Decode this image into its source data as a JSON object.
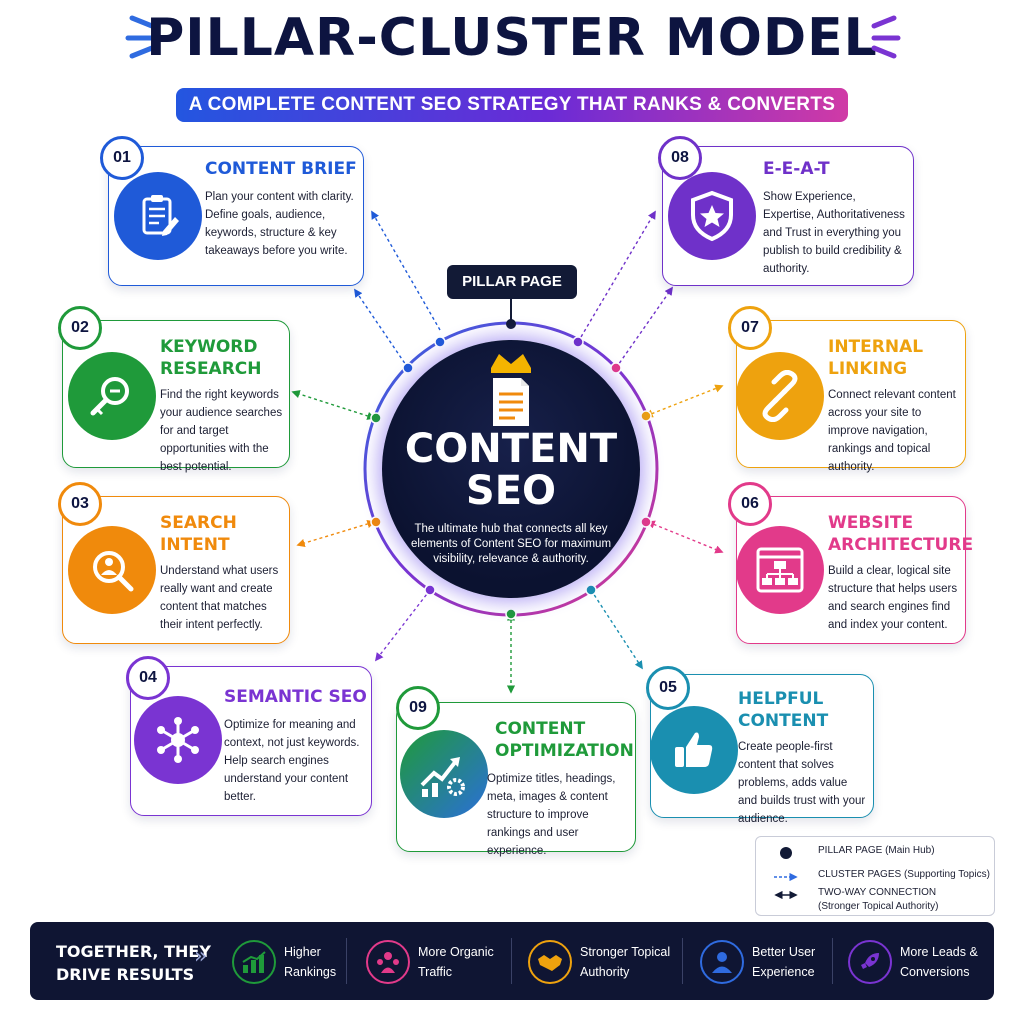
{
  "title": "PILLAR-CLUSTER MODEL",
  "subtitle": "A COMPLETE CONTENT SEO STRATEGY THAT RANKS & CONVERTS",
  "pillar_label": "PILLAR PAGE",
  "hub": {
    "title_line1": "CONTENT",
    "title_line2": "SEO",
    "description": "The ultimate hub that connects all key elements of Content SEO for maximum visibility, relevance & authority."
  },
  "clusters": [
    {
      "number": "01",
      "title": "CONTENT BRIEF",
      "description": "Plan your content with clarity. Define goals, audience, keywords, structure & key takeaways before you write.",
      "color": "#1f5ad8",
      "icon": "clipboard-icon"
    },
    {
      "number": "02",
      "title": "KEYWORD RESEARCH",
      "description": "Find the right keywords your audience searches for and target opportunities with the best potential.",
      "color": "#1f9a3a",
      "icon": "key-search-icon"
    },
    {
      "number": "03",
      "title": "SEARCH INTENT",
      "description": "Understand what users really want and create content that matches their intent perfectly.",
      "color": "#f08a0c",
      "icon": "person-search-icon"
    },
    {
      "number": "04",
      "title": "SEMANTIC SEO",
      "description": "Optimize for meaning and context, not just keywords. Help search engines understand your content better.",
      "color": "#7a34d2",
      "icon": "network-icon"
    },
    {
      "number": "09",
      "title": "CONTENT OPTIMIZATION",
      "description": "Optimize titles, headings, meta, images & content structure to improve rankings and user experience.",
      "color": "#1f9a3a",
      "icon": "growth-gear-icon"
    },
    {
      "number": "05",
      "title": "HELPFUL CONTENT",
      "description": "Create people-first content that solves problems, adds value and builds trust with your audience.",
      "color": "#1a8fb0",
      "icon": "thumbs-up-icon"
    },
    {
      "number": "06",
      "title": "WEBSITE ARCHITECTURE",
      "description": "Build a clear, logical site structure that helps users and search engines find and index your content.",
      "color": "#e23a8a",
      "icon": "sitemap-icon"
    },
    {
      "number": "07",
      "title": "INTERNAL LINKING",
      "description": "Connect relevant content across your site to improve navigation, rankings and topical authority.",
      "color": "#eea20e",
      "icon": "link-icon"
    },
    {
      "number": "08",
      "title": "E-E-A-T",
      "description": "Show Experience, Expertise, Authoritativeness and Trust in everything you publish to build credibility & authority.",
      "color": "#6f31c9",
      "icon": "shield-star-icon"
    }
  ],
  "legend": {
    "pillar": "PILLAR PAGE (Main Hub)",
    "cluster": "CLUSTER PAGES (Supporting Topics)",
    "two_way_line1": "TWO-WAY CONNECTION",
    "two_way_line2": "(Stronger Topical Authority)"
  },
  "results": {
    "lead_line1": "TOGETHER, THEY",
    "lead_line2": "DRIVE RESULTS",
    "items": [
      {
        "line1": "Higher",
        "line2": "Rankings",
        "color": "#1f9a3a",
        "icon": "bar-chart-icon"
      },
      {
        "line1": "More Organic",
        "line2": "Traffic",
        "color": "#e23a8a",
        "icon": "audience-icon"
      },
      {
        "line1": "Stronger Topical",
        "line2": "Authority",
        "color": "#eea20e",
        "icon": "handshake-icon"
      },
      {
        "line1": "Better User",
        "line2": "Experience",
        "color": "#2f6be0",
        "icon": "user-star-icon"
      },
      {
        "line1": "More Leads &",
        "line2": "Conversions",
        "color": "#7a34d2",
        "icon": "rocket-icon"
      }
    ]
  }
}
